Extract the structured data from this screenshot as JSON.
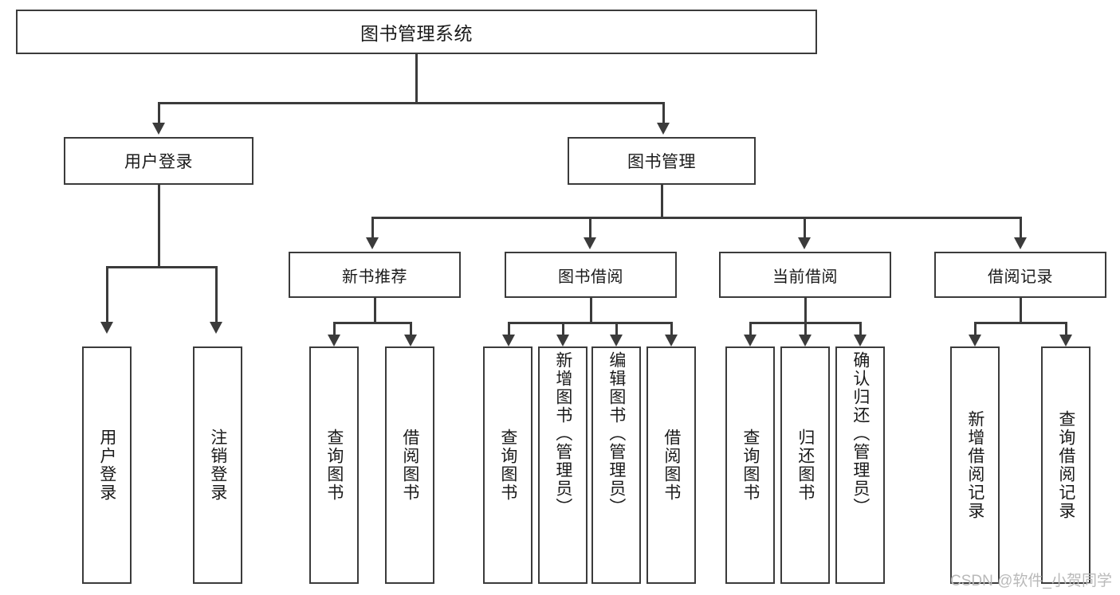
{
  "diagram": {
    "title": "图书管理系统",
    "type": "tree-hierarchy",
    "orientation": "top-down"
  },
  "root": {
    "label": "图书管理系统"
  },
  "level1": [
    {
      "label": "用户登录"
    },
    {
      "label": "图书管理"
    }
  ],
  "level2": [
    {
      "label": "新书推荐"
    },
    {
      "label": "图书借阅"
    },
    {
      "label": "当前借阅"
    },
    {
      "label": "借阅记录"
    }
  ],
  "leaves": {
    "user_login": [
      {
        "label": "用户登录"
      },
      {
        "label": "注销登录"
      }
    ],
    "new_book": [
      {
        "label": "查询图书"
      },
      {
        "label": "借阅图书"
      }
    ],
    "book_borrow": [
      {
        "label": "查询图书"
      },
      {
        "label": "新增图书（管理员）"
      },
      {
        "label": "编辑图书（管理员）"
      },
      {
        "label": "借阅图书"
      }
    ],
    "current_borrow": [
      {
        "label": "查询图书"
      },
      {
        "label": "归还图书"
      },
      {
        "label": "确认归还（管理员）"
      }
    ],
    "borrow_record": [
      {
        "label": "新增借阅记录"
      },
      {
        "label": "查询借阅记录"
      }
    ]
  },
  "watermark": {
    "text": "CSDN @软件_小贺同学"
  },
  "colors": {
    "stroke": "#3b3b3b",
    "fill": "#ffffff",
    "text": "#1a1a1a",
    "watermark": "#b9b9b9"
  }
}
